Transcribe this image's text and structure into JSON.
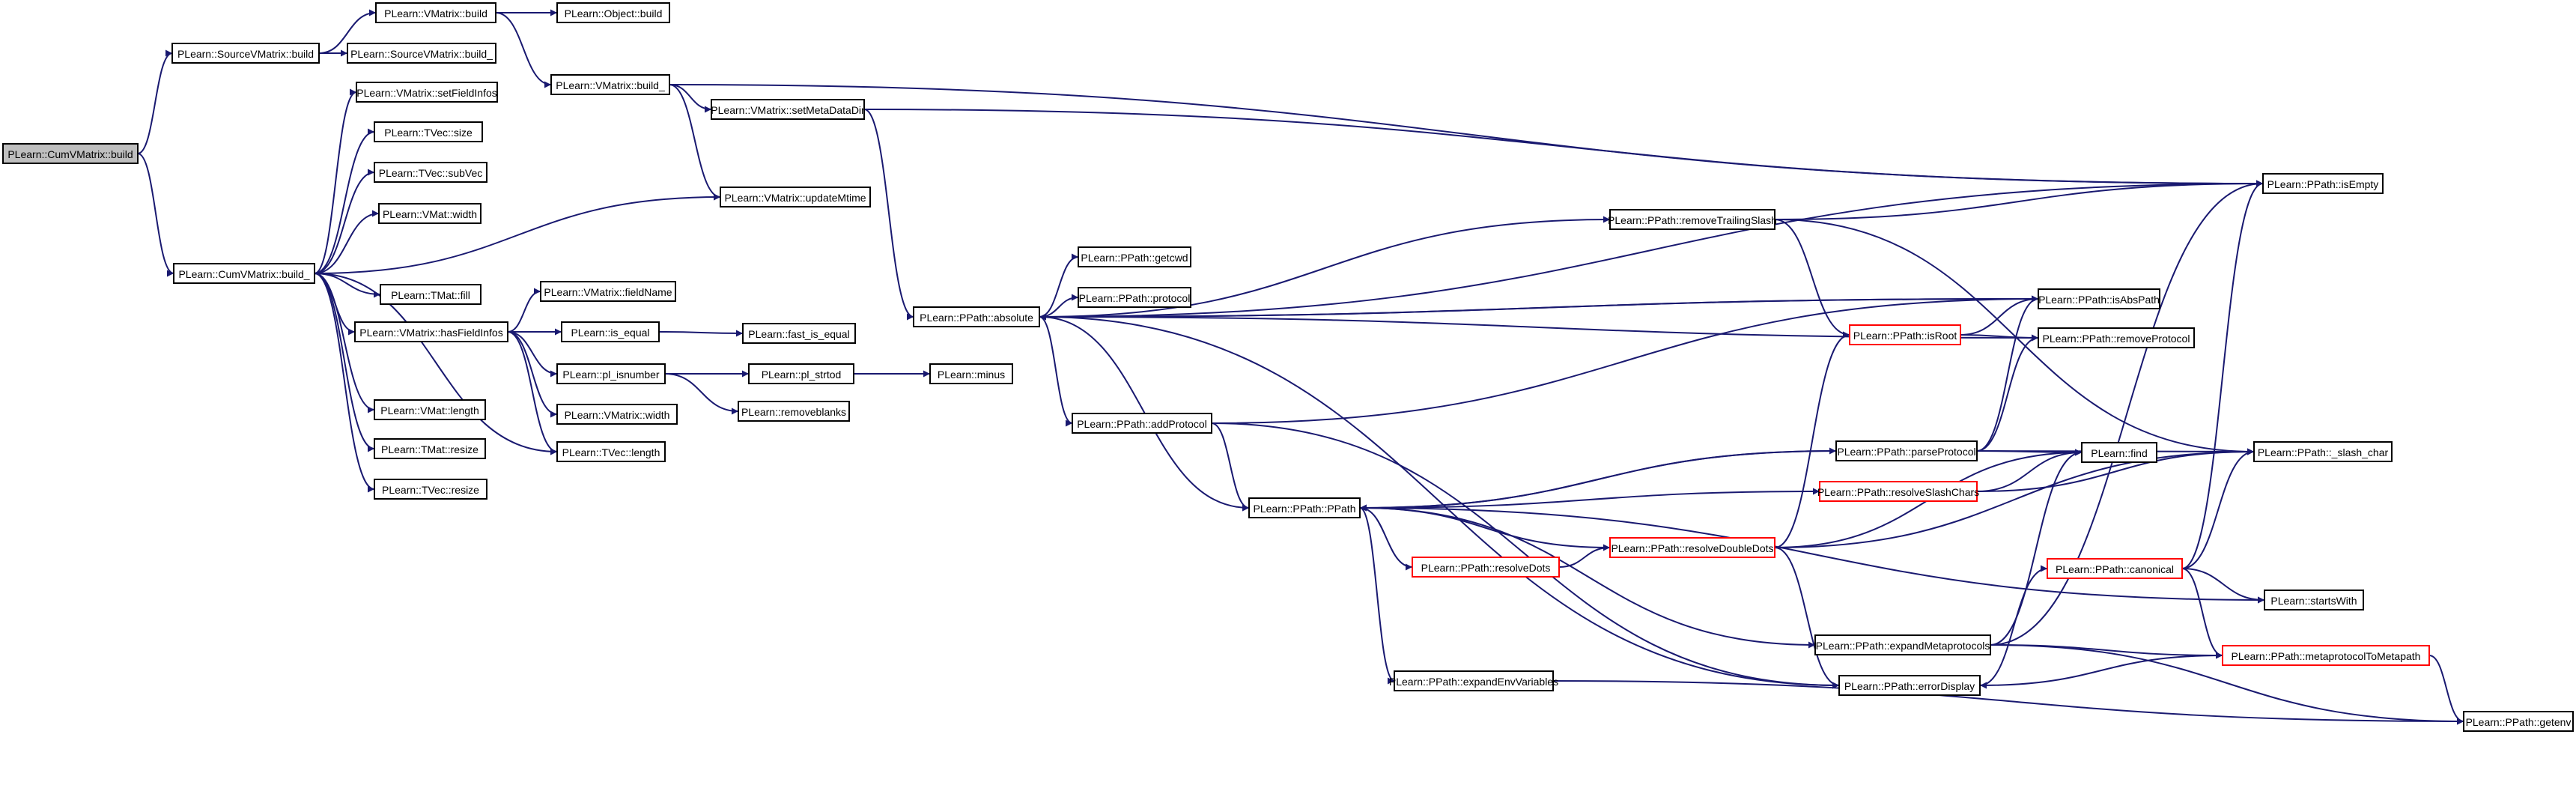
{
  "nodes": [
    {
      "id": "n1",
      "label": "PLearn::CumVMatrix::build",
      "style": "root"
    },
    {
      "id": "n2",
      "label": "PLearn::SourceVMatrix::build"
    },
    {
      "id": "n3",
      "label": "PLearn::VMatrix::build"
    },
    {
      "id": "n4",
      "label": "PLearn::Object::build"
    },
    {
      "id": "n5",
      "label": "PLearn::SourceVMatrix::build_"
    },
    {
      "id": "n6",
      "label": "PLearn::VMatrix::build_"
    },
    {
      "id": "n7",
      "label": "PLearn::VMatrix::setMetaDataDir"
    },
    {
      "id": "n8",
      "label": "PLearn::VMatrix::updateMtime"
    },
    {
      "id": "n9",
      "label": "PLearn::VMatrix::setFieldInfos"
    },
    {
      "id": "n10",
      "label": "PLearn::TVec::size"
    },
    {
      "id": "n11",
      "label": "PLearn::TVec::subVec"
    },
    {
      "id": "n12",
      "label": "PLearn::VMat::width"
    },
    {
      "id": "n13",
      "label": "PLearn::CumVMatrix::build_"
    },
    {
      "id": "n14",
      "label": "PLearn::TMat::fill"
    },
    {
      "id": "n15",
      "label": "PLearn::VMatrix::fieldName"
    },
    {
      "id": "n16",
      "label": "PLearn::VMatrix::hasFieldInfos"
    },
    {
      "id": "n17",
      "label": "PLearn::is_equal"
    },
    {
      "id": "n18",
      "label": "PLearn::fast_is_equal"
    },
    {
      "id": "n19",
      "label": "PLearn::pl_isnumber"
    },
    {
      "id": "n20",
      "label": "PLearn::pl_strtod"
    },
    {
      "id": "n21",
      "label": "PLearn::minus"
    },
    {
      "id": "n22",
      "label": "PLearn::removeblanks"
    },
    {
      "id": "n23",
      "label": "PLearn::VMatrix::width"
    },
    {
      "id": "n24",
      "label": "PLearn::VMat::length"
    },
    {
      "id": "n25",
      "label": "PLearn::TVec::length"
    },
    {
      "id": "n26",
      "label": "PLearn::TMat::resize"
    },
    {
      "id": "n27",
      "label": "PLearn::TVec::resize"
    },
    {
      "id": "n28",
      "label": "PLearn::PPath::absolute"
    },
    {
      "id": "n29",
      "label": "PLearn::PPath::getcwd"
    },
    {
      "id": "n30",
      "label": "PLearn::PPath::protocol"
    },
    {
      "id": "n31",
      "label": "PLearn::PPath::addProtocol"
    },
    {
      "id": "n32",
      "label": "PLearn::PPath::PPath"
    },
    {
      "id": "n33",
      "label": "PLearn::PPath::resolveDots",
      "style": "truncated"
    },
    {
      "id": "n34",
      "label": "PLearn::PPath::expandEnvVariables"
    },
    {
      "id": "n35",
      "label": "PLearn::PPath::removeTrailingSlash"
    },
    {
      "id": "n36",
      "label": "PLearn::PPath::isRoot",
      "style": "truncated"
    },
    {
      "id": "n37",
      "label": "PLearn::PPath::parseProtocol"
    },
    {
      "id": "n38",
      "label": "PLearn::PPath::resolveSlashChars",
      "style": "truncated"
    },
    {
      "id": "n39",
      "label": "PLearn::PPath::resolveDoubleDots",
      "style": "truncated"
    },
    {
      "id": "n40",
      "label": "PLearn::PPath::expandMetaprotocols"
    },
    {
      "id": "n41",
      "label": "PLearn::PPath::errorDisplay"
    },
    {
      "id": "n42",
      "label": "PLearn::PPath::isEmpty"
    },
    {
      "id": "n43",
      "label": "PLearn::PPath::isAbsPath"
    },
    {
      "id": "n44",
      "label": "PLearn::PPath::removeProtocol"
    },
    {
      "id": "n45",
      "label": "PLearn::find"
    },
    {
      "id": "n46",
      "label": "PLearn::PPath::canonical",
      "style": "truncated"
    },
    {
      "id": "n47",
      "label": "PLearn::PPath::_slash_char"
    },
    {
      "id": "n48",
      "label": "PLearn::startsWith"
    },
    {
      "id": "n49",
      "label": "PLearn::PPath::metaprotocolToMetapath",
      "style": "truncated"
    },
    {
      "id": "n50",
      "label": "PLearn::PPath::getenv"
    }
  ],
  "edges": [
    [
      "n1",
      "n2"
    ],
    [
      "n1",
      "n13"
    ],
    [
      "n2",
      "n3"
    ],
    [
      "n2",
      "n5"
    ],
    [
      "n3",
      "n4"
    ],
    [
      "n3",
      "n6"
    ],
    [
      "n6",
      "n42"
    ],
    [
      "n6",
      "n7"
    ],
    [
      "n6",
      "n8"
    ],
    [
      "n7",
      "n42"
    ],
    [
      "n7",
      "n28"
    ],
    [
      "n13",
      "n9"
    ],
    [
      "n13",
      "n10"
    ],
    [
      "n13",
      "n11"
    ],
    [
      "n13",
      "n12"
    ],
    [
      "n13",
      "n8"
    ],
    [
      "n13",
      "n14"
    ],
    [
      "n13",
      "n16"
    ],
    [
      "n13",
      "n24"
    ],
    [
      "n13",
      "n25"
    ],
    [
      "n13",
      "n26"
    ],
    [
      "n13",
      "n27"
    ],
    [
      "n16",
      "n15"
    ],
    [
      "n16",
      "n17"
    ],
    [
      "n16",
      "n19"
    ],
    [
      "n16",
      "n23"
    ],
    [
      "n16",
      "n25"
    ],
    [
      "n17",
      "n18"
    ],
    [
      "n19",
      "n20"
    ],
    [
      "n19",
      "n22"
    ],
    [
      "n20",
      "n21"
    ],
    [
      "n28",
      "n42"
    ],
    [
      "n28",
      "n29"
    ],
    [
      "n28",
      "n30"
    ],
    [
      "n28",
      "n35"
    ],
    [
      "n28",
      "n43"
    ],
    [
      "n28",
      "n31"
    ],
    [
      "n28",
      "n32"
    ],
    [
      "n28",
      "n41"
    ],
    [
      "n31",
      "n43"
    ],
    [
      "n31",
      "n32"
    ],
    [
      "n31",
      "n41"
    ],
    [
      "n32",
      "n33"
    ],
    [
      "n32",
      "n34"
    ],
    [
      "n32",
      "n40"
    ],
    [
      "n32",
      "n48"
    ],
    [
      "n32",
      "n37"
    ],
    [
      "n32",
      "n38"
    ],
    [
      "n33",
      "n39"
    ],
    [
      "n34",
      "n50"
    ],
    [
      "n35",
      "n42"
    ],
    [
      "n35",
      "n36"
    ],
    [
      "n35",
      "n47"
    ],
    [
      "n36",
      "n43"
    ],
    [
      "n36",
      "n44"
    ],
    [
      "n37",
      "n43"
    ],
    [
      "n37",
      "n44"
    ],
    [
      "n37",
      "n45"
    ],
    [
      "n37",
      "n47"
    ],
    [
      "n37",
      "n32"
    ],
    [
      "n38",
      "n45"
    ],
    [
      "n38",
      "n47"
    ],
    [
      "n39",
      "n36"
    ],
    [
      "n39",
      "n32"
    ],
    [
      "n39",
      "n41"
    ],
    [
      "n39",
      "n47"
    ],
    [
      "n39",
      "n45"
    ],
    [
      "n40",
      "n42"
    ],
    [
      "n40",
      "n45"
    ],
    [
      "n40",
      "n49"
    ],
    [
      "n40",
      "n50"
    ],
    [
      "n41",
      "n46"
    ],
    [
      "n44",
      "n28"
    ],
    [
      "n43",
      "n28"
    ],
    [
      "n46",
      "n42"
    ],
    [
      "n46",
      "n47"
    ],
    [
      "n46",
      "n48"
    ],
    [
      "n46",
      "n49"
    ],
    [
      "n49",
      "n50"
    ],
    [
      "n49",
      "n41"
    ]
  ]
}
